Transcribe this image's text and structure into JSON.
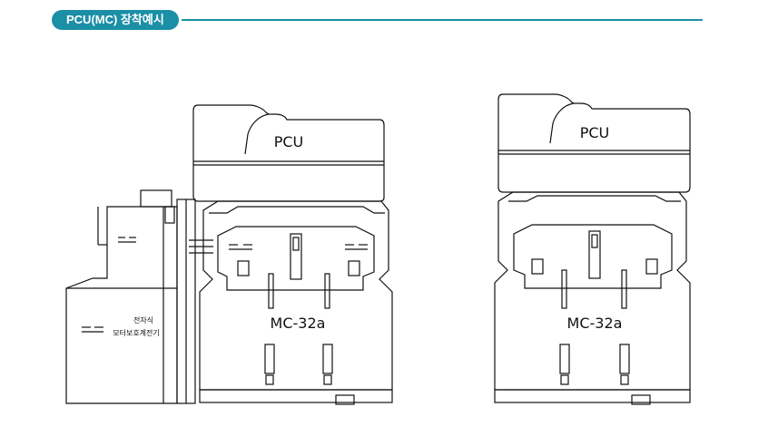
{
  "header": {
    "title": "PCU(MC) 장착예시",
    "accent_color": "#1b8fa6"
  },
  "left_assembly": {
    "pcu_label": "PCU",
    "contactor_label": "MC-32a",
    "relay_label_line1": "전자식",
    "relay_label_line2": "모터보호계전기"
  },
  "right_assembly": {
    "pcu_label": "PCU",
    "contactor_label": "MC-32a"
  }
}
